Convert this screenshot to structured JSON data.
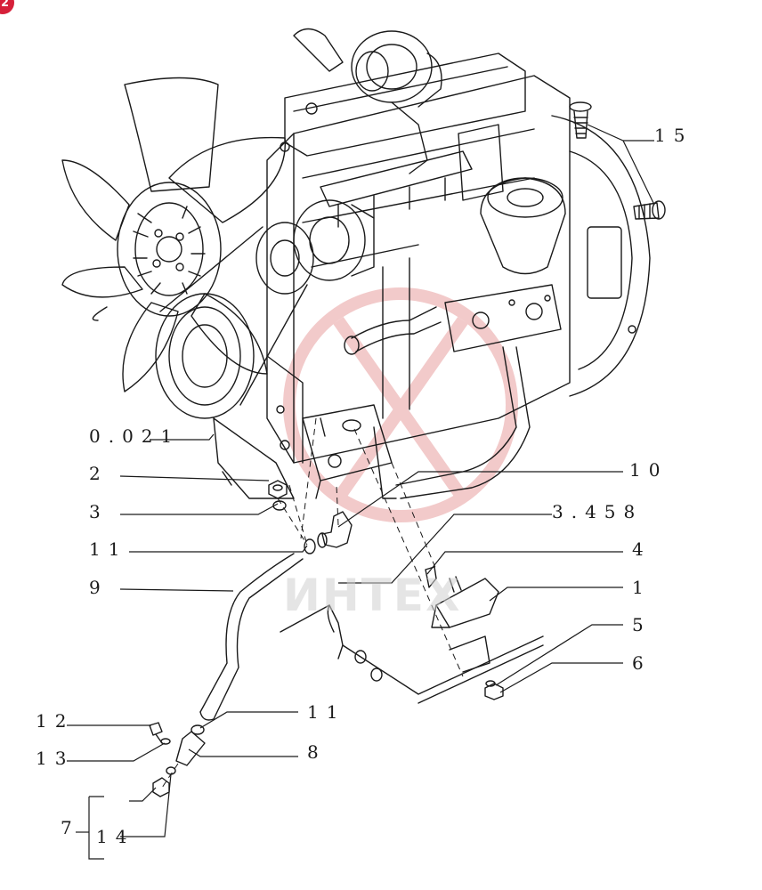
{
  "page_badge": "2",
  "watermark": "ИНТЕХ",
  "colors": {
    "line": "#1a1a1a",
    "badge": "#d6203a",
    "watermark_seal": "#e8a0a0"
  },
  "callouts": {
    "c0021": "0.021",
    "c2": "2",
    "c3": "3",
    "c11a": "11",
    "c9": "9",
    "c10": "10",
    "c3458": "3.458",
    "c4": "4",
    "c1": "1",
    "c5": "5",
    "c6": "6",
    "c15": "15",
    "c12": "12",
    "c13": "13",
    "c11b": "11",
    "c8": "8",
    "c7": "7",
    "c14": "14"
  }
}
